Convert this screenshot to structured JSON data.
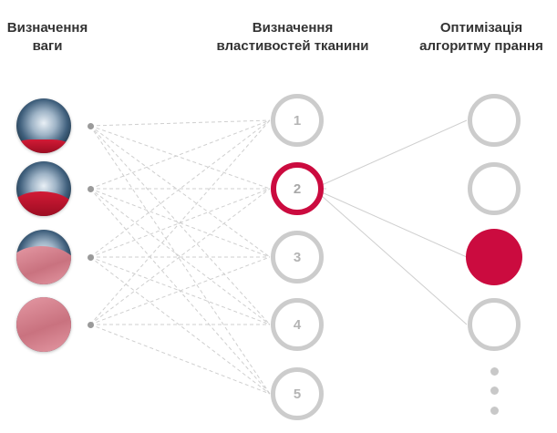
{
  "columns": {
    "weight": {
      "title_line1": "Визначення",
      "title_line2": "ваги"
    },
    "fabric": {
      "title_line1": "Визначення",
      "title_line2": "властивостей тканини"
    },
    "algorithm": {
      "title_line1": "Оптимізація",
      "title_line2": "алгоритму прання"
    }
  },
  "weight_levels": [
    {
      "id": "load-1",
      "fill_fraction": 0.25
    },
    {
      "id": "load-2",
      "fill_fraction": 0.45
    },
    {
      "id": "load-3",
      "fill_fraction": 0.7
    },
    {
      "id": "load-4",
      "fill_fraction": 1.0
    }
  ],
  "fabric_nodes": [
    "1",
    "2",
    "3",
    "4",
    "5"
  ],
  "fabric_selected": "2",
  "algorithm_nodes": 4,
  "algorithm_selected_index": 3,
  "more_indicator": "vertical-ellipsis",
  "colors": {
    "accent": "#cb0b3f",
    "ring": "#cccccc",
    "connector": "#cfcfcf",
    "fabric_red": "#d21a36",
    "fabric_pink": "#e59aa5"
  }
}
